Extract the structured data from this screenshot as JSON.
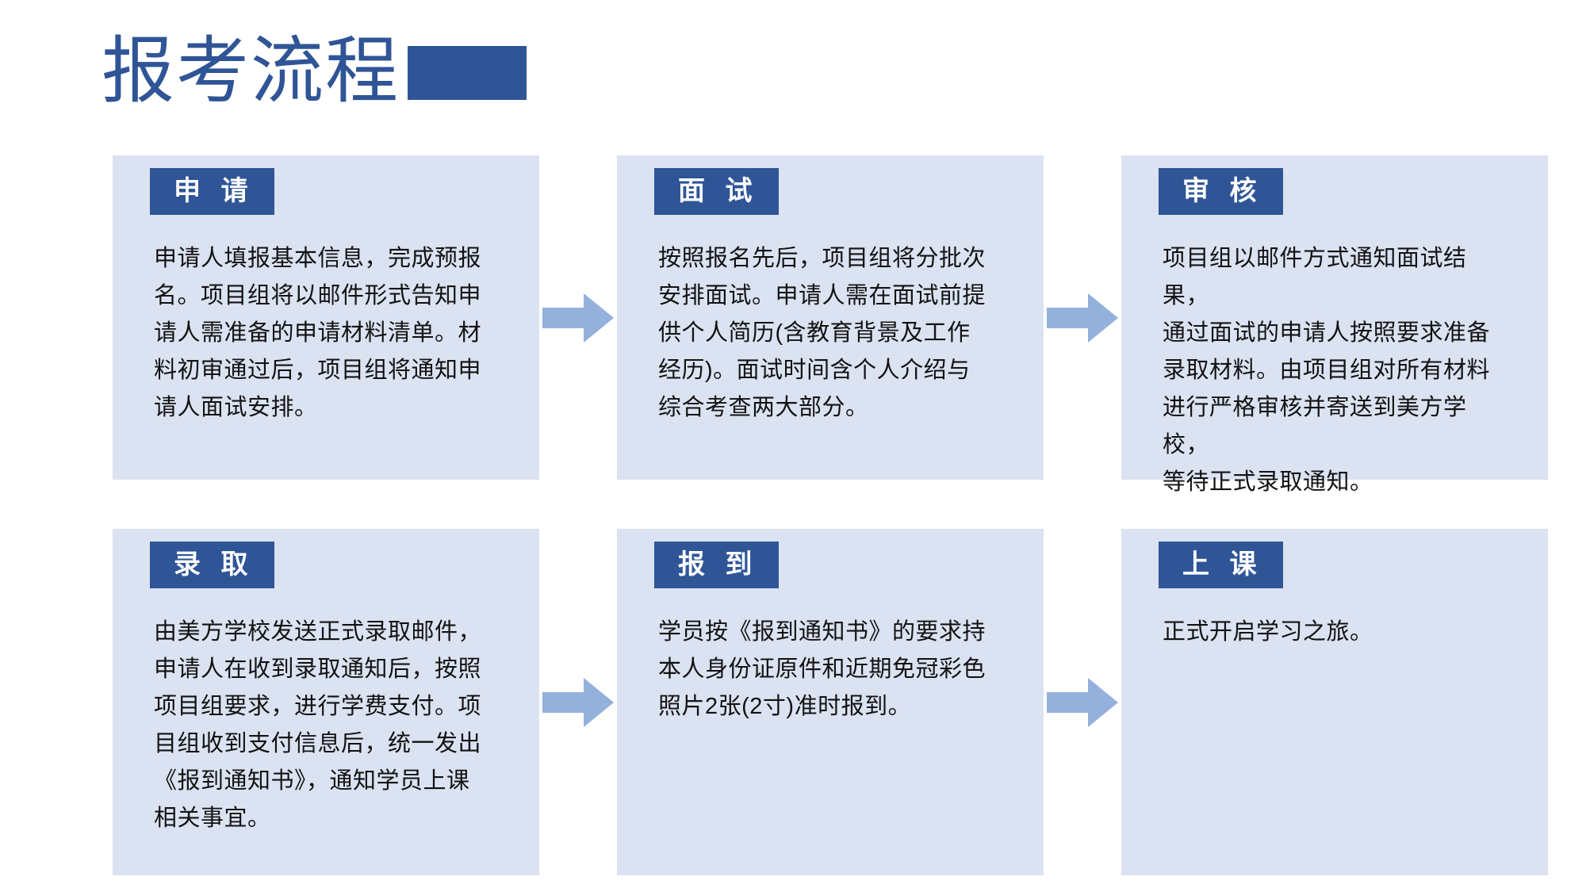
{
  "title": {
    "text": "报考流程",
    "accent_color": "#2f5596",
    "text_color": "#2f5596"
  },
  "theme": {
    "card_background": "#dbe2f1",
    "badge_background": "#2f5597",
    "badge_text_color": "#ffffff",
    "arrow_color": "#94b1dc",
    "body_text_color": "#121212",
    "page_background": "#ffffff"
  },
  "arrow_icon_name": "right-arrow-icon",
  "steps": [
    {
      "index": 1,
      "badge": "申 请",
      "body": "申请人填报基本信息，完成预报\n名。项目组将以邮件形式告知申\n请人需准备的申请材料清单。材\n料初审通过后，项目组将通知申\n请人面试安排。"
    },
    {
      "index": 2,
      "badge": "面 试",
      "body": "按照报名先后，项目组将分批次\n安排面试。申请人需在面试前提\n供个人简历(含教育背景及工作\n经历)。面试时间含个人介绍与\n综合考查两大部分。"
    },
    {
      "index": 3,
      "badge": "审 核",
      "body": "项目组以邮件方式通知面试结果，\n通过面试的申请人按照要求准备\n录取材料。由项目组对所有材料\n进行严格审核并寄送到美方学校，\n等待正式录取通知。"
    },
    {
      "index": 4,
      "badge": "录 取",
      "body": "由美方学校发送正式录取邮件，\n申请人在收到录取通知后，按照\n项目组要求，进行学费支付。项\n目组收到支付信息后，统一发出\n《报到通知书》，通知学员上课\n相关事宜。"
    },
    {
      "index": 5,
      "badge": "报 到",
      "body": "学员按《报到通知书》的要求持\n本人身份证原件和近期免冠彩色\n照片2张(2寸)准时报到。"
    },
    {
      "index": 6,
      "badge": "上 课",
      "body": "正式开启学习之旅。"
    }
  ]
}
